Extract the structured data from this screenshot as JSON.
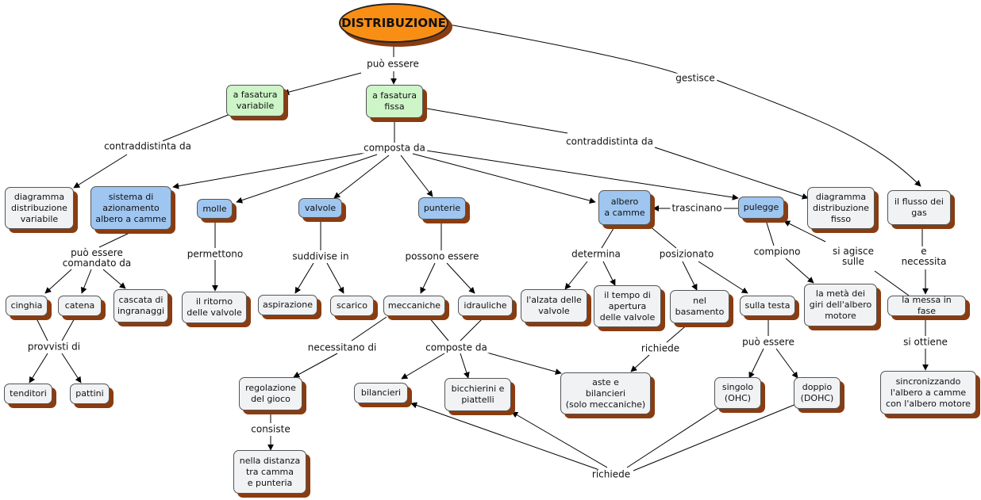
{
  "nodes": {
    "root": "DISTRIBUZIONE",
    "fasatura_variabile": "a fasatura\nvariabile",
    "fasatura_fissa": "a fasatura\nfissa",
    "diagramma_variabile": "diagramma\ndistribuzione\nvariabile",
    "sistema_azionamento": "sistema di\nazionamento\nalbero a camme",
    "molle": "molle",
    "valvole": "valvole",
    "punterie": "punterie",
    "albero_camme": "albero\na camme",
    "pulegge": "pulegge",
    "diagramma_fisso": "diagramma\ndistribuzione\nfisso",
    "flusso_gas": "il flusso dei\ngas",
    "cinghia": "cinghia",
    "catena": "catena",
    "cascata_ingranaggi": "cascata di\ningranaggi",
    "ritorno_valvole": "il ritorno\ndelle valvole",
    "aspirazione": "aspirazione",
    "scarico": "scarico",
    "meccaniche": "meccaniche",
    "idrauliche": "idrauliche",
    "alzata_valvole": "l'alzata delle\nvalvole",
    "tempo_apertura": "il tempo di\napertura\ndelle valvole",
    "nel_basamento": "nel\nbasamento",
    "sulla_testa": "sulla testa",
    "meta_giri": "la metà dei\ngiri dell'albero\nmotore",
    "messa_in_fase": "la messa in fase",
    "tenditori": "tenditori",
    "pattini": "pattini",
    "regolazione_gioco": "regolazione\ndel gioco",
    "bilancieri": "bilancieri",
    "bicchierini": "bicchierini e\npiattelli",
    "aste_bilancieri": "aste e\nbilancieri\n(solo meccaniche)",
    "singolo": "singolo\n(OHC)",
    "doppio": "doppio\n(DOHC)",
    "sincronizzando": "sincronizzando\nl'albero a camme\ncon l'albero motore",
    "distanza": "nella distanza\ntra camma\ne punteria"
  },
  "links": {
    "puo_essere_1": "può essere",
    "gestisce": "gestisce",
    "contraddistinta_1": "contraddistinta da",
    "composta_da": "composta da",
    "contraddistinta_2": "contraddistinta da",
    "puo_essere_comandato": "può essere\ncomandato da",
    "permettono": "permettono",
    "suddivise_in": "suddivise in",
    "possono_essere": "possono essere",
    "determina": "determina",
    "posizionato": "posizionato",
    "trascinano": "trascinano",
    "compiono": "compiono",
    "si_agisce": "si agisce\nsulle",
    "e_necessita": "e\nnecessita",
    "provvisti_di": "provvisti di",
    "necessitano_di": "necessitano di",
    "composte_da": "composte da",
    "richiede_1": "richiede",
    "puo_essere_2": "può essere",
    "si_ottiene": "si ottiene",
    "consiste": "consiste",
    "richiede_2": "richiede"
  }
}
